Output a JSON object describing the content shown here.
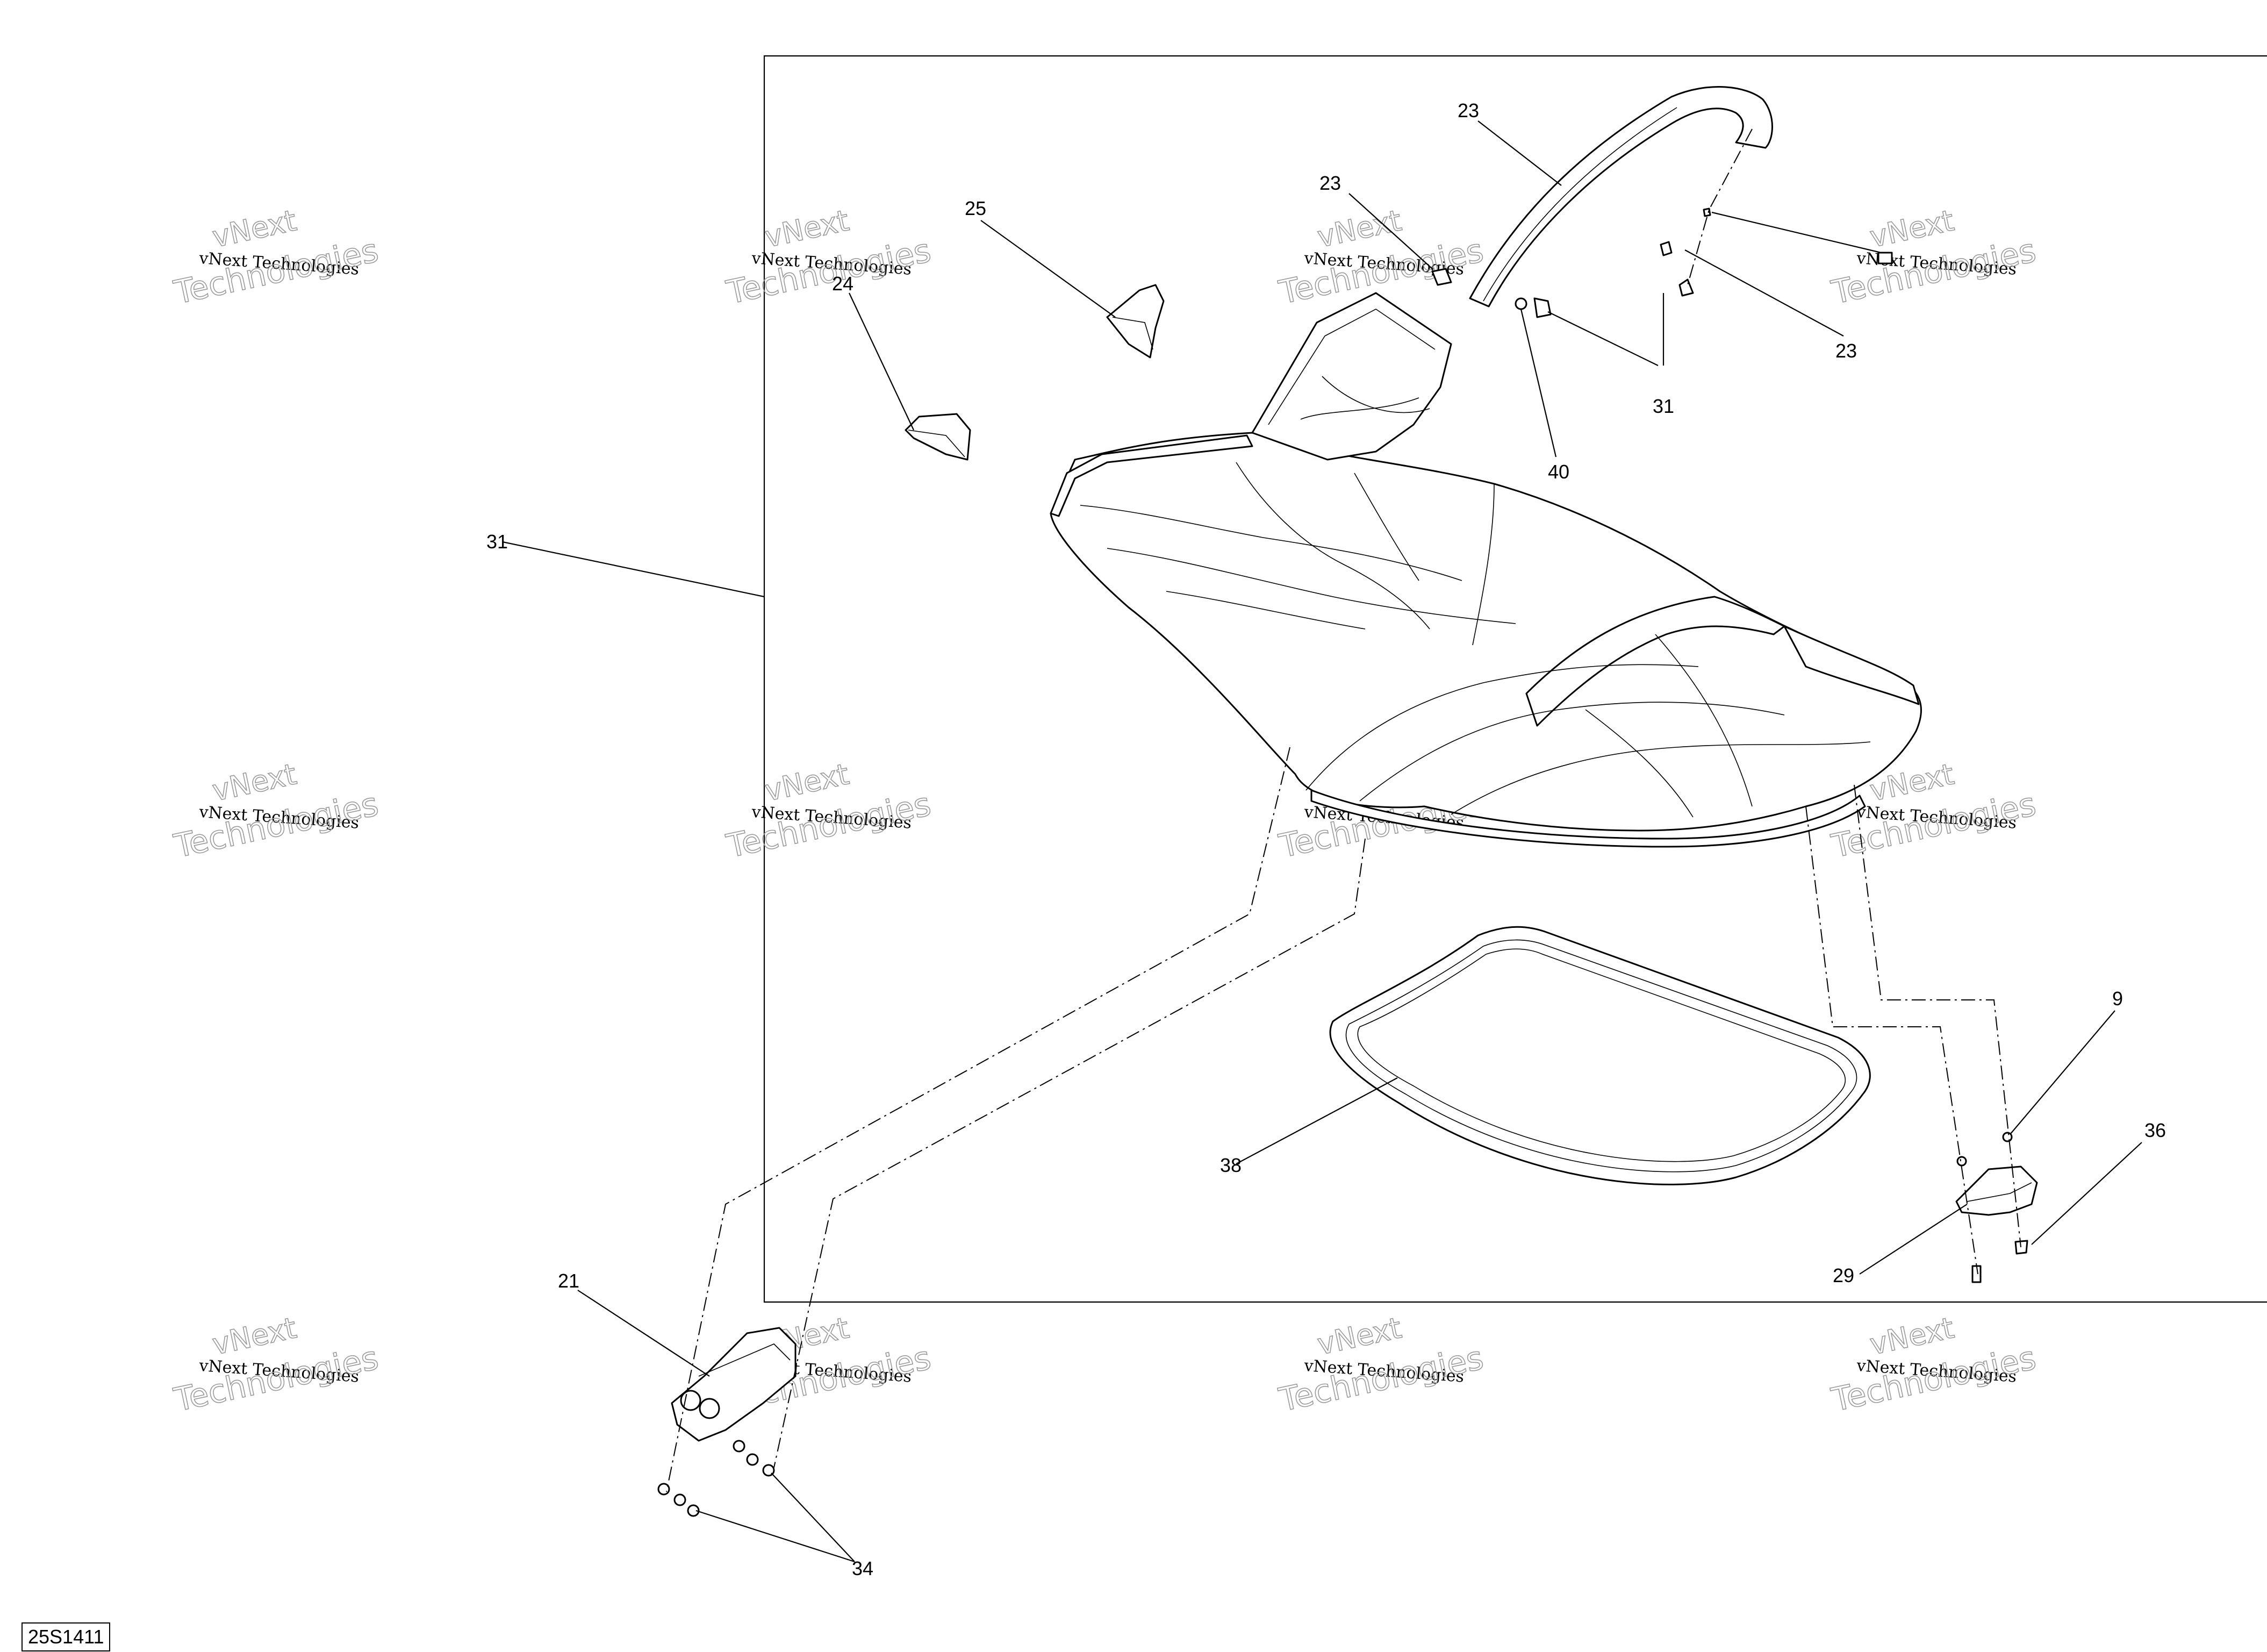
{
  "diagram": {
    "reference_code": "25S1411",
    "callouts": [
      {
        "id": "c-23-top",
        "label": "23"
      },
      {
        "id": "c-23-mid",
        "label": "23"
      },
      {
        "id": "c-23-right",
        "label": "23"
      },
      {
        "id": "c-25",
        "label": "25"
      },
      {
        "id": "c-24",
        "label": "24"
      },
      {
        "id": "c-31-left",
        "label": "31"
      },
      {
        "id": "c-31-right",
        "label": "31"
      },
      {
        "id": "c-40",
        "label": "40"
      },
      {
        "id": "c-9",
        "label": "9"
      },
      {
        "id": "c-36",
        "label": "36"
      },
      {
        "id": "c-38",
        "label": "38"
      },
      {
        "id": "c-29",
        "label": "29"
      },
      {
        "id": "c-21",
        "label": "21"
      },
      {
        "id": "c-34",
        "label": "34"
      }
    ],
    "watermark": {
      "line1": "vNext",
      "line2": "vNext Technologies",
      "line3": "Technologies"
    }
  }
}
